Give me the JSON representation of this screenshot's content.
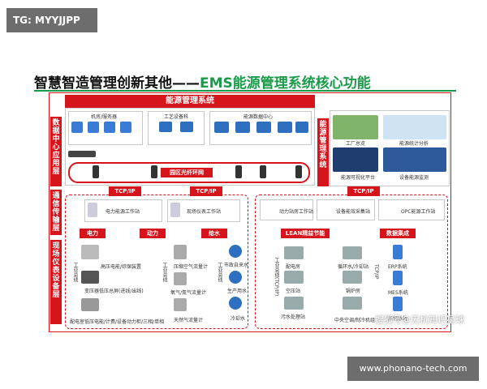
{
  "tag": "TG: MYYJJPP",
  "title": {
    "left": "智慧智造管理创新其他",
    "sep": "——",
    "right": "EMS能源管理系统核心功能"
  },
  "side": {
    "data_center": "数据中心应用层",
    "transport": "通信传输层",
    "field": "现场仪表设备层",
    "ems": "能源管理系统"
  },
  "top_panel": "能源管理系统",
  "server_boxes": [
    "机房/服务器",
    "工艺设备科",
    "能源数据中心"
  ],
  "ring": "园区光纤环网",
  "tcpip": [
    "TCP/IP",
    "TCP/IP",
    "TCP/IP"
  ],
  "stations_left": [
    "电力能源工作站",
    "现场仪表工作站"
  ],
  "stations_right": [
    "动力站房工作站",
    "设备能效采集站",
    "OPC能源工作站"
  ],
  "categories_left": [
    "电力",
    "动力",
    "给水"
  ],
  "categories_right": [
    "LEAN精益节能",
    "数据集成"
  ],
  "power_items": [
    "高压电能/综保装置",
    "变压器低压总屏(进线/出线)",
    "配电室低压电能/计费/设备动力柜/三相/单相"
  ],
  "steam_items": [
    "压缩空气流量计",
    "氧气/氮气流量计",
    "天然气流量计"
  ],
  "water_items": [
    "市政自来水",
    "生产用水",
    "冷却水"
  ],
  "lean_items": [
    "配电房",
    "空压站",
    "污水处理站"
  ],
  "lean_items2": [
    "循环水/冷却站",
    "锅炉房",
    "中央空调/制冷机组"
  ],
  "data_items": [
    "ERP系统",
    "MES系统",
    "其他系统"
  ],
  "ems_right": [
    "工厂总览",
    "能源统计分析",
    "能源可视化平台",
    "设备能源监测"
  ],
  "vertical_labels": [
    "工业总线",
    "工业总线",
    "工业总线",
    "工业总线(TCP/IP)",
    "TCP/IP"
  ],
  "watermark1": "搜狐号@无杭知识星球",
  "watermark2": "www.phonano-tech.com",
  "colors": {
    "accent": "#d5141c",
    "title_green": "#1a9b4a"
  }
}
